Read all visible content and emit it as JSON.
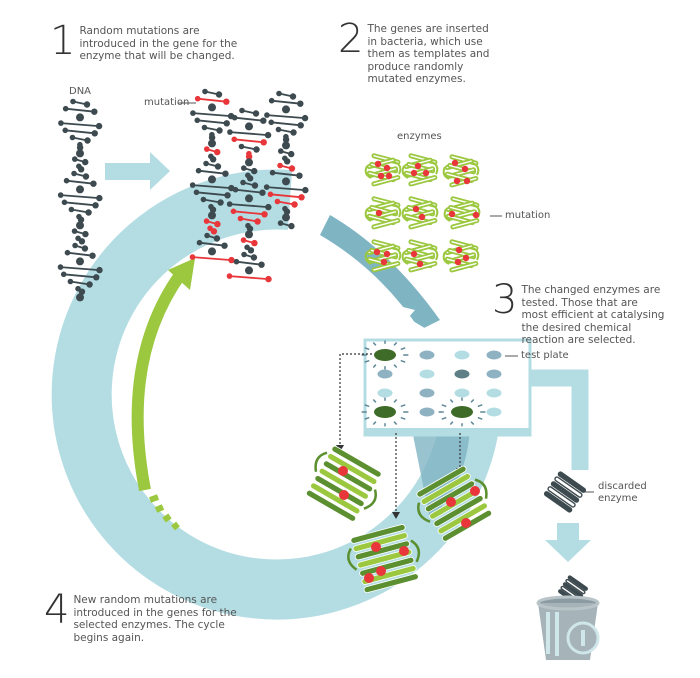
{
  "steps": [
    {
      "number": "1",
      "text": "Random mutations are\nintroduced in the gene for the\nenzyme that will be changed."
    },
    {
      "number": "2",
      "text": "The genes are inserted\nin bacteria, which use\nthem as templates and\nproduce randomly\nmutated enzymes."
    },
    {
      "number": "3",
      "text": "The changed enzymes are\ntested. Those that are\nmost efficient at catalysing\nthe desired chemical\nreaction are selected."
    },
    {
      "number": "4",
      "text": "New random mutations are\nintroduced in the genes for the\nselected enzymes. The cycle\nbegins again."
    }
  ],
  "labels": {
    "dna": "DNA",
    "mutation_dna": "mutation",
    "enzymes": "enzymes",
    "mutation_enzyme": "mutation",
    "test_plate": "test plate",
    "discarded_enzyme": "discarded\nenzyme"
  },
  "colors": {
    "cycle": "#b3dde3",
    "cycle_dark": "#7fb4c3",
    "dna": "#3d4a4f",
    "mutation": "#e8363a",
    "enzyme_light": "#9bc83f",
    "enzyme_dark": "#5b8f2f",
    "plate_well_selected": "#3f6b28",
    "bin": "#a6b3b8"
  },
  "test_plate": {
    "rows": [
      [
        "selected",
        "mid",
        "light",
        "mid"
      ],
      [
        "mid",
        "light",
        "dark",
        "mid"
      ],
      [
        "light",
        "mid",
        "light",
        "light"
      ],
      [
        "selected",
        "mid",
        "selected",
        "light"
      ]
    ]
  }
}
